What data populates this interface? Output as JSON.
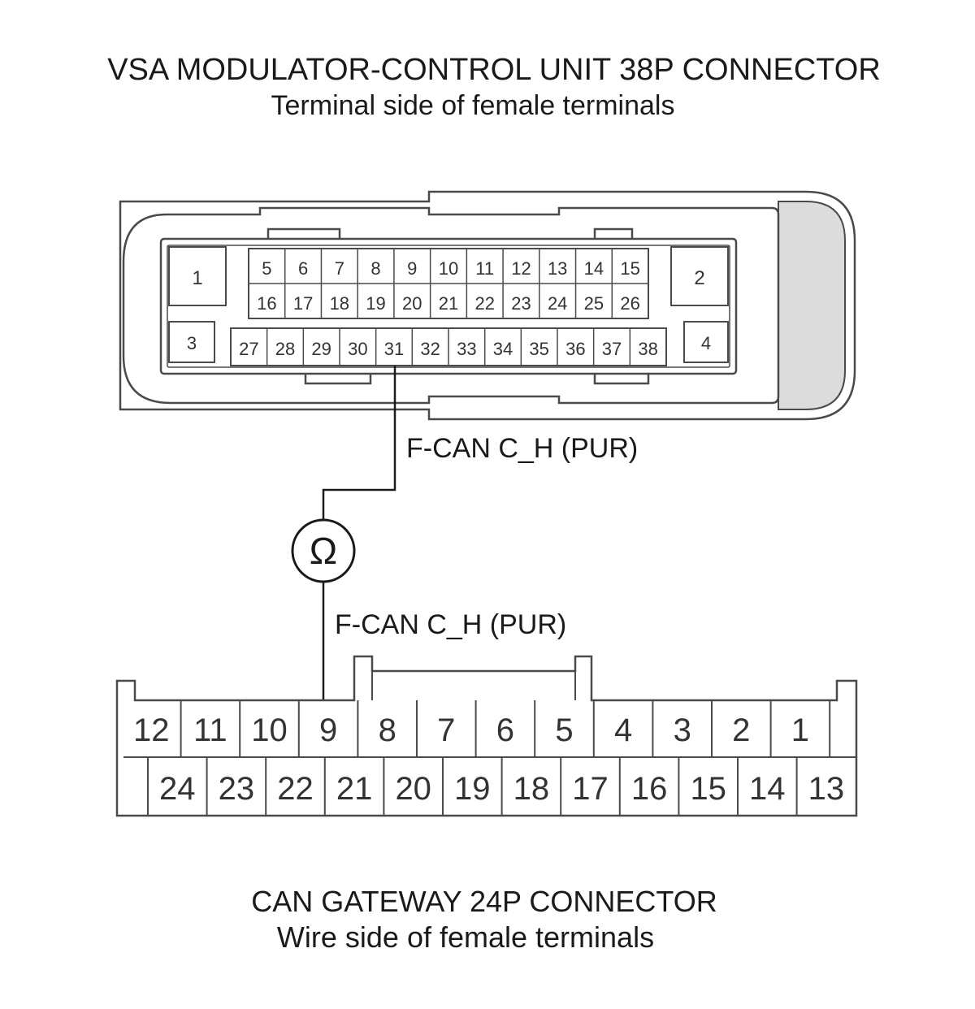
{
  "top_connector": {
    "title": "VSA MODULATOR-CONTROL UNIT 38P CONNECTOR",
    "subtitle": "Terminal side of female terminals",
    "big_pins": [
      "1",
      "2",
      "3",
      "4"
    ],
    "row1": [
      "5",
      "6",
      "7",
      "8",
      "9",
      "10",
      "11",
      "12",
      "13",
      "14",
      "15"
    ],
    "row2": [
      "16",
      "17",
      "18",
      "19",
      "20",
      "21",
      "22",
      "23",
      "24",
      "25",
      "26"
    ],
    "row3": [
      "27",
      "28",
      "29",
      "30",
      "31",
      "32",
      "33",
      "34",
      "35",
      "36",
      "37",
      "38"
    ]
  },
  "wire": {
    "label_top": "F-CAN C_H (PUR)",
    "label_bottom": "F-CAN C_H (PUR)",
    "meter_symbol": "Ω",
    "meter_icon": "ohmmeter-icon"
  },
  "bottom_connector": {
    "title": "CAN GATEWAY 24P CONNECTOR",
    "subtitle": "Wire side of female terminals",
    "row1": [
      "12",
      "11",
      "10",
      "9",
      "8",
      "7",
      "6",
      "5",
      "4",
      "3",
      "2",
      "1"
    ],
    "row2": [
      "24",
      "23",
      "22",
      "21",
      "20",
      "19",
      "18",
      "17",
      "16",
      "15",
      "14",
      "13"
    ]
  }
}
